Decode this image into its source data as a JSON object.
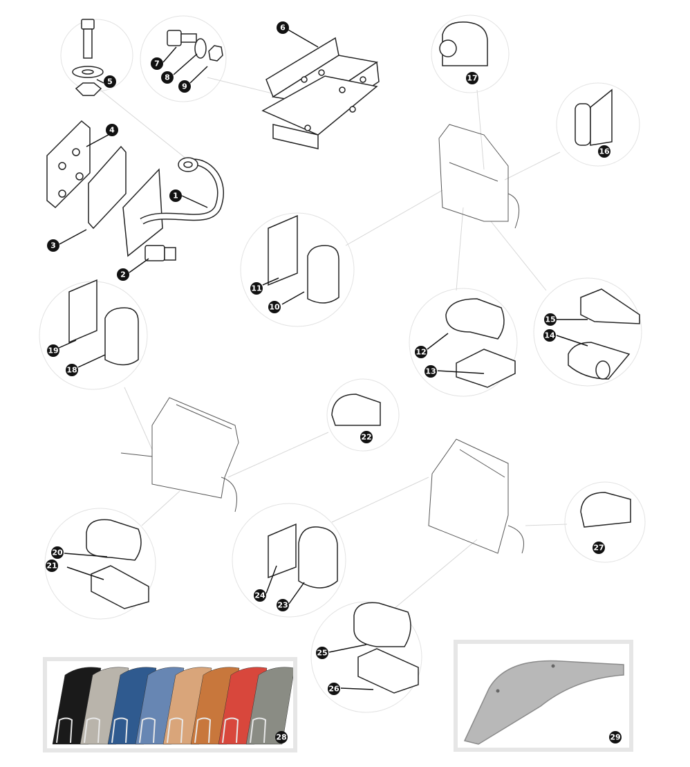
{
  "diagram": {
    "type": "exploded-parts-diagram",
    "callouts": [
      "1",
      "2",
      "3",
      "4",
      "5",
      "6",
      "7",
      "8",
      "9",
      "10",
      "11",
      "12",
      "13",
      "14",
      "15",
      "16",
      "17",
      "18",
      "19",
      "20",
      "21",
      "22",
      "23",
      "24",
      "25",
      "26",
      "27",
      "28",
      "29"
    ]
  },
  "photo_seal_strips": {
    "label": "28",
    "strip_colors": [
      "#1a1a1a",
      "#b9b4ab",
      "#2f5a8f",
      "#6786b3",
      "#d9a57a",
      "#c8773c",
      "#d8473c",
      "#8a8c84"
    ]
  },
  "photo_mudflap": {
    "label": "29",
    "color": "#b8b8b8"
  }
}
